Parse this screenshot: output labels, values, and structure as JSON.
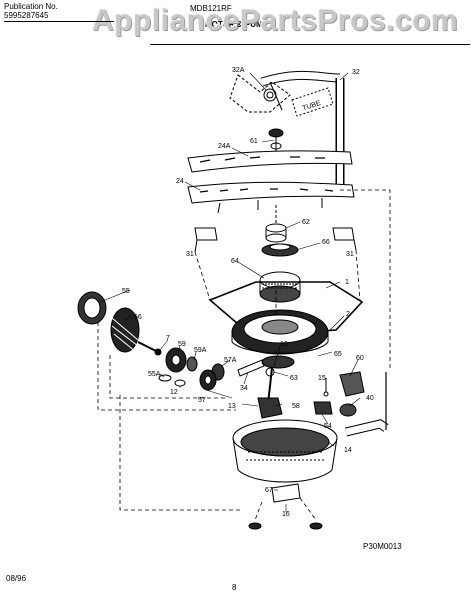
{
  "header": {
    "publication_label": "Publication No.",
    "publication_number": "5995287645",
    "model": "MDB121RF",
    "section_title": "MOTOR & PUMP"
  },
  "watermark": "AppliancePartsPros.com",
  "footer": {
    "date": "08/96",
    "page_number": "8",
    "diagram_code": "P30M0013"
  },
  "diagram": {
    "stamp_text": "TUBE",
    "part_labels": {
      "p32A": "32A",
      "p32": "32",
      "p61": "61",
      "p24A": "24A",
      "p24": "24",
      "p62": "62",
      "p31L": "31",
      "p31R": "31",
      "p66": "66",
      "p64": "64",
      "p55": "55",
      "p1": "1",
      "p56": "56",
      "p2": "2",
      "p7": "7",
      "p59": "59",
      "p59A": "59A",
      "p65": "65",
      "p60": "60",
      "p57A": "57A",
      "p55A": "55A",
      "p12": "12",
      "p34": "34",
      "p10": "10",
      "p63": "63",
      "p15": "15",
      "p57": "57",
      "p13": "13",
      "p58": "58",
      "p40": "40",
      "p54": "54",
      "p14": "14",
      "p67": "67",
      "p16": "16"
    }
  }
}
